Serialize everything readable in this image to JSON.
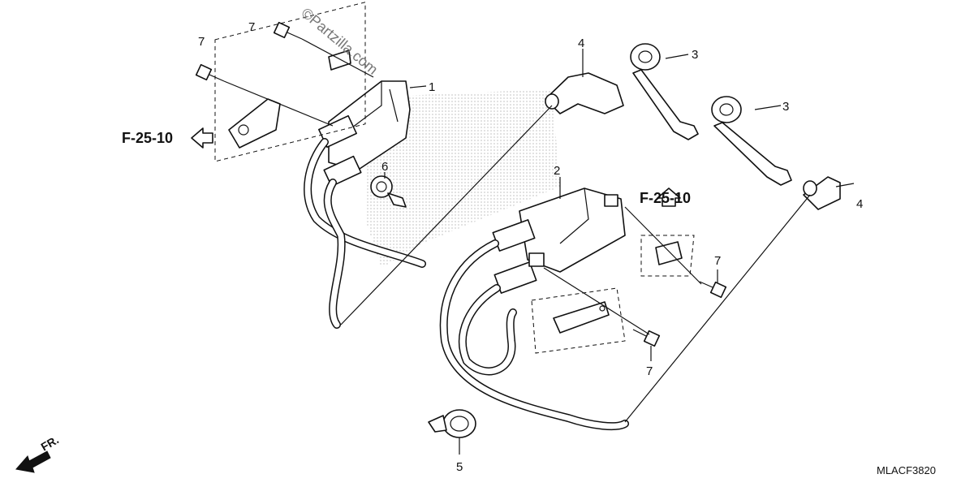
{
  "watermark": "©Partzilla.com",
  "diagram_code": "MLACF3820",
  "front_label": "FR.",
  "refs": {
    "left": "F-25-10",
    "right": "F-25-10"
  },
  "callouts": {
    "c1": "1",
    "c2": "2",
    "c3a": "3",
    "c3b": "3",
    "c4a": "4",
    "c4b": "4",
    "c5": "5",
    "c6": "6",
    "c7a": "7",
    "c7b": "7",
    "c7c": "7",
    "c7d": "7"
  }
}
